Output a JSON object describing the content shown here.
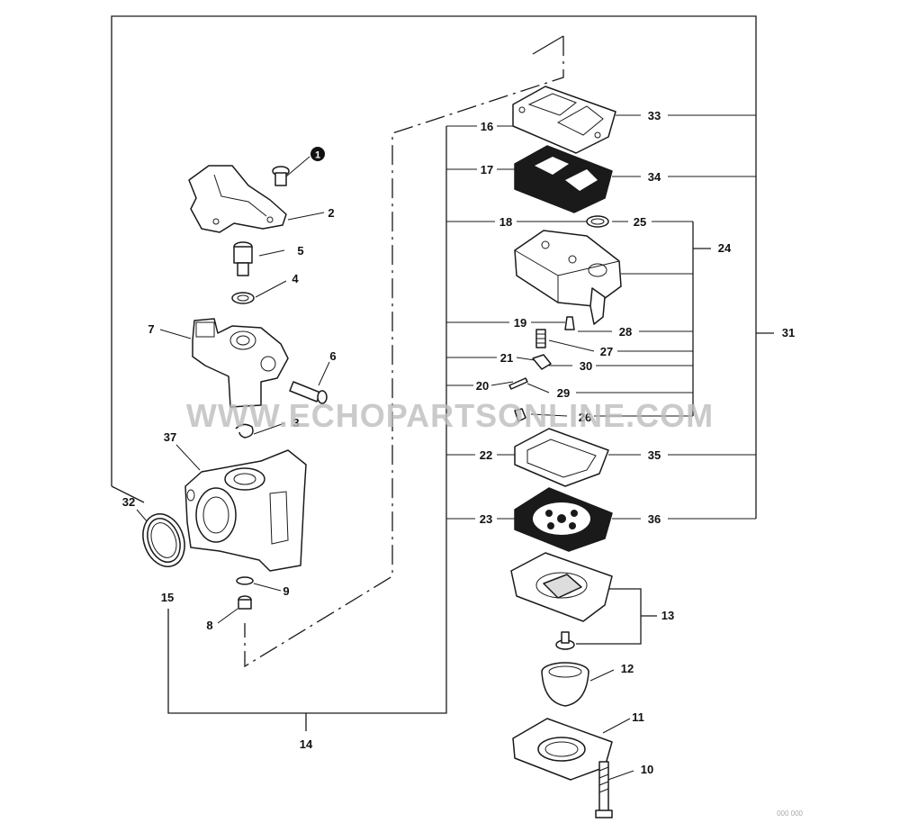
{
  "callouts": [
    "1",
    "2",
    "3",
    "4",
    "5",
    "6",
    "7",
    "8",
    "9",
    "10",
    "11",
    "12",
    "13",
    "14",
    "15",
    "16",
    "17",
    "18",
    "19",
    "20",
    "21",
    "22",
    "23",
    "24",
    "25",
    "26",
    "27",
    "28",
    "29",
    "30",
    "31",
    "32",
    "33",
    "34",
    "35",
    "36",
    "37"
  ],
  "watermark": "WWW.ECHOPARTSONLINE.COM",
  "figure_id": "000 000",
  "colors": {
    "line": "#1a1a1a",
    "watermark": "#bdbdbd",
    "gasket_fill": "#1a1a1a"
  }
}
